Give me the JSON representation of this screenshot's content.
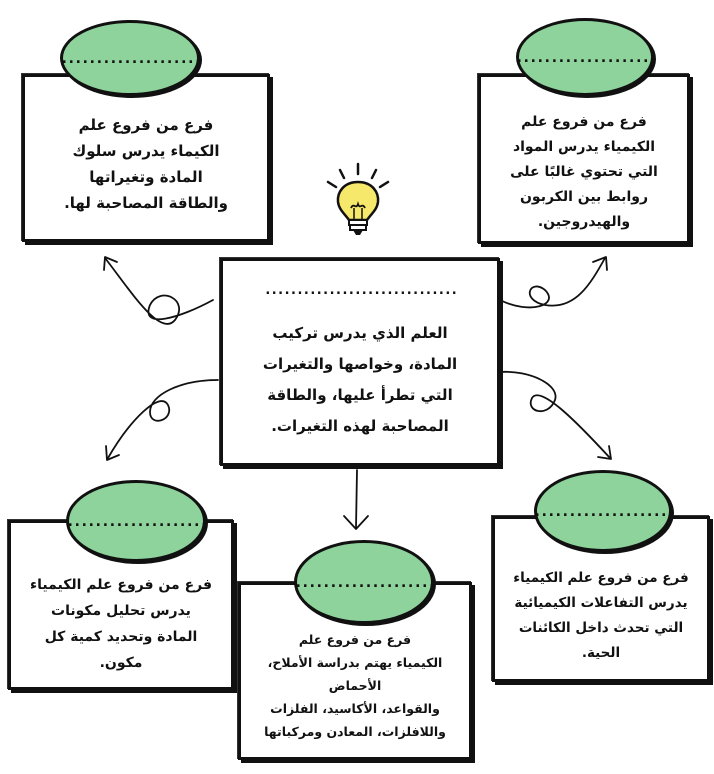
{
  "center": {
    "blank": "..............................",
    "text": "العلم الذي يدرس تركيب\nالمادة، وخواصها والتغيرات\nالتي تطرأ عليها، والطاقة\nالمصاحبة لهذه التغيرات."
  },
  "branches": {
    "top_left": {
      "blank": "....................",
      "text": "فرع من فروع علم\nالكيماء يدرس سلوك\nالمادة وتغيراتها\nوالطاقة المصاحبة لها."
    },
    "top_right": {
      "blank": "....................",
      "text": "فرع من فروع علم\nالكيمياء يدرس المواد\nالتي تحتوي غالبًا على\nروابط بين الكربون\nوالهيدروجين."
    },
    "bottom_left": {
      "blank": "....................",
      "text": "فرع من فروع علم الكيمياء\nيدرس تحليل مكونات\nالمادة وتحديد كمية كل\nمكون."
    },
    "bottom_center": {
      "blank": "....................",
      "text": "فرع من فروع علم\nالكيمياء يهتم بدراسة الأملاح،\nالأحماض\nوالقواعد، الأكاسيد، الفلزات\nواللافلزات، المعادن ومركباتها"
    },
    "bottom_right": {
      "blank": "....................",
      "text": "فرع من فروع علم الكيمياء\nيدرس التفاعلات الكيميائية\nالتي تحدث داخل الكائنات\nالحية."
    }
  },
  "colors": {
    "oval_green": "#8fd39c",
    "bulb_yellow": "#f5e86a",
    "ink": "#111111"
  },
  "icons": {
    "center_icon": "lightbulb-icon"
  }
}
